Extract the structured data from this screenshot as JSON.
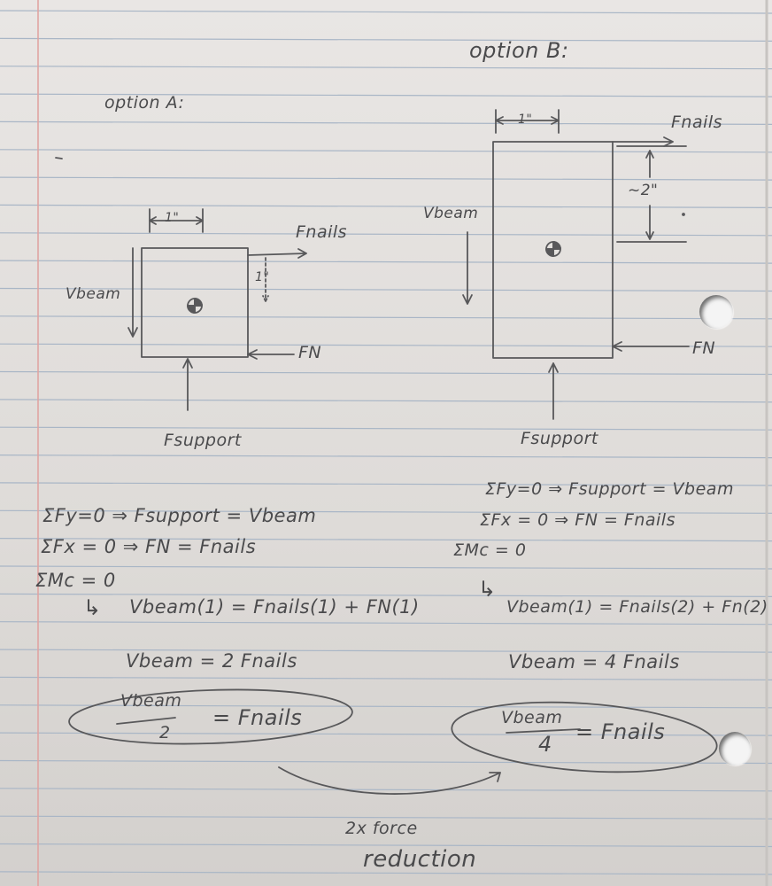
{
  "optionA": {
    "title": "option A:",
    "dim_width": "1\"",
    "dim_offset": "1\"",
    "f_nails": "Fnails",
    "v_beam": "Vbeam",
    "f_n": "FN",
    "f_support": "Fsupport",
    "eq1": "ΣFy=0 ⇒ Fsupport = Vbeam",
    "eq2": "ΣFx = 0 ⇒ FN = Fnails",
    "eq3": "ΣMc = 0",
    "eq4_arrow": "↳",
    "eq4": "Vbeam(1) = Fnails(1) + FN(1)",
    "eq5": "Vbeam = 2 Fnails",
    "result_num": "Vbeam",
    "result_den": "2",
    "result_rhs": "= Fnails"
  },
  "optionB": {
    "title": "option B:",
    "dim_width": "1\"",
    "dim_offset": "~2\"",
    "f_nails": "Fnails",
    "v_beam": "Vbeam",
    "f_n": "FN",
    "f_support": "Fsupport",
    "eq1": "ΣFy=0 ⇒ Fsupport = Vbeam",
    "eq2": "ΣFx = 0 ⇒ FN = Fnails",
    "eq3": "ΣMc = 0",
    "eq4_arrow": "↳",
    "eq4": "Vbeam(1) = Fnails(2) + Fn(2)",
    "eq5": "Vbeam = 4 Fnails",
    "result_num": "Vbeam",
    "result_den": "4",
    "result_rhs": "= Fnails"
  },
  "note_line1": "2x force",
  "note_line2": "reduction",
  "colors": {
    "ink": "#4a4a4c",
    "rule": "#9fb0c4",
    "margin": "#e4a9a6",
    "paper": "#e6e3e1"
  }
}
